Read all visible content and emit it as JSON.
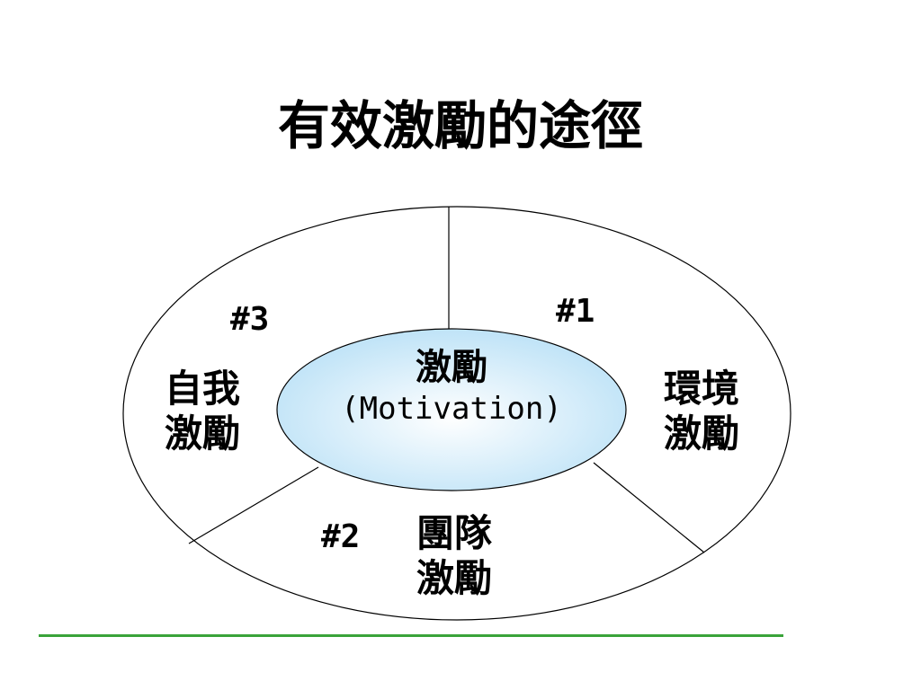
{
  "title": "有效激勵的途徑",
  "center": {
    "label_cn": "激勵",
    "label_en": "(Motivation)"
  },
  "segments": [
    {
      "number": "#1",
      "line1": "環境",
      "line2": "激勵"
    },
    {
      "number": "#2",
      "line1": "團隊",
      "line2": "激勵"
    },
    {
      "number": "#3",
      "line1": "自我",
      "line2": "激勵"
    }
  ],
  "colors": {
    "center_fill_inner": "#ffffff",
    "center_fill_outer": "#bfe3f7",
    "rule": "#3aa33a",
    "lines": "#000000"
  }
}
